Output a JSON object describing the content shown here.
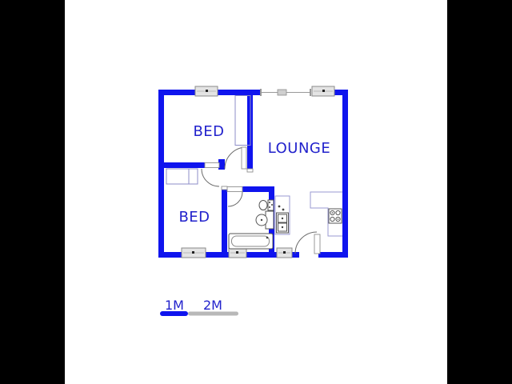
{
  "colors": {
    "wall_blue": "#0f14ee",
    "label_blue": "#2222cc",
    "scale_gray": "#b8b8b8",
    "letterbox": "#000000",
    "background": "#ffffff"
  },
  "plan": {
    "rooms": [
      {
        "id": "bed-1",
        "label": "BED"
      },
      {
        "id": "lounge",
        "label": "LOUNGE"
      },
      {
        "id": "bed-2",
        "label": "BED"
      }
    ],
    "fixtures": [
      "window",
      "wardrobe",
      "toilet",
      "basin",
      "bathtub",
      "kitchen-sink",
      "stove",
      "kitchen-counter",
      "door"
    ]
  },
  "scale_bar": {
    "label_1m": "1M",
    "label_2m": "2M"
  }
}
